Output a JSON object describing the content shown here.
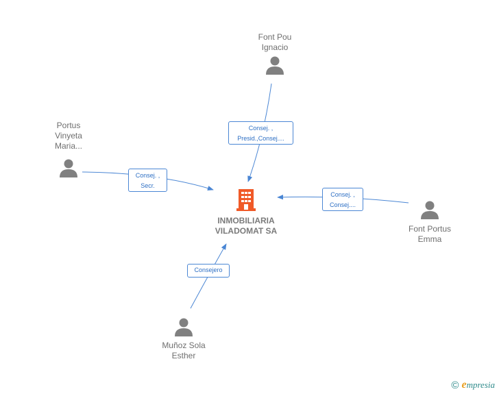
{
  "company": {
    "name_line1": "INMOBILIARIA",
    "name_line2": "VILADOMAT SA",
    "icon": "building-icon",
    "color": "#f05a28"
  },
  "people": [
    {
      "id": "font-pou",
      "line1": "Font Pou",
      "line2": "Ignacio",
      "line3": ""
    },
    {
      "id": "portus-vinyeta",
      "line1": "Portus",
      "line2": "Vinyeta",
      "line3": "Maria..."
    },
    {
      "id": "font-portus",
      "line1": "Font Portus",
      "line2": "Emma",
      "line3": ""
    },
    {
      "id": "munoz-sola",
      "line1": "Muñoz Sola",
      "line2": "Esther",
      "line3": ""
    }
  ],
  "roles": [
    {
      "line1": "Consej. ,",
      "line2": "Presid.,Consej...."
    },
    {
      "line1": "Consej. ,",
      "line2": "Secr."
    },
    {
      "line1": "Consej. ,",
      "line2": "Consej...."
    },
    {
      "line1": "Consejero",
      "line2": ""
    }
  ],
  "footer": {
    "copyright": "©",
    "brand_initial": "e",
    "brand_rest": "mpresia"
  },
  "colors": {
    "edge": "#4a86d4",
    "person": "#808080",
    "text": "#6e6e6e"
  }
}
